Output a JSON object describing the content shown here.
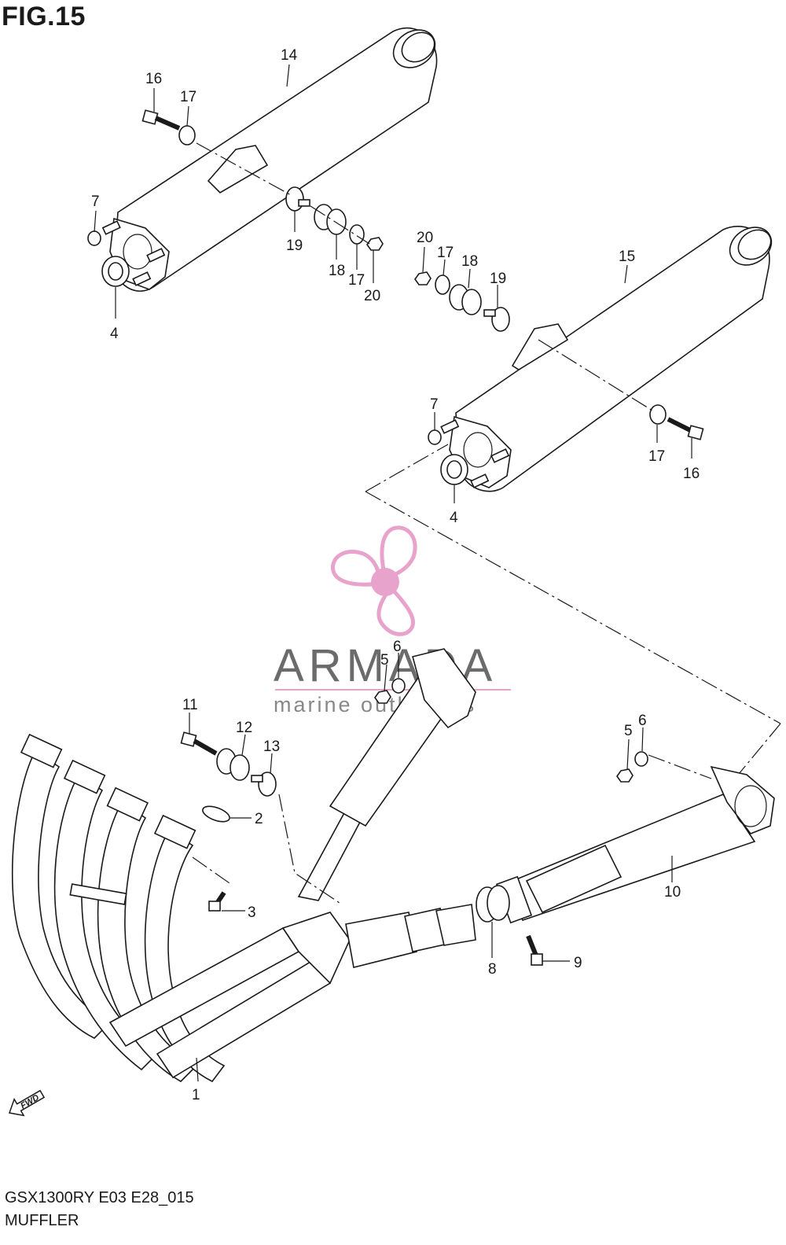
{
  "figure": {
    "title": "FIG.15",
    "code": "GSX1300RY E03 E28_015",
    "section": "MUFFLER"
  },
  "watermark": {
    "brand": "ARMADA",
    "tagline": "marine outboards",
    "color": "#e8a3cc",
    "icon": "propeller-icon"
  },
  "fwd_arrow": {
    "label": "FWD",
    "icon": "fwd-arrow-icon"
  },
  "callouts": {
    "muffler_left": "14",
    "muffler_right": "15",
    "exhaust_pipe": "1",
    "gasket_2": "2",
    "bolt_3": "3",
    "gasket_4_left": "4",
    "gasket_4_right": "4",
    "nut_5_top": "5",
    "nut_5_right": "5",
    "washer_6_top": "6",
    "washer_6_right": "6",
    "washer_7_left": "7",
    "washer_7_right": "7",
    "gasket_8": "8",
    "bolt_9": "9",
    "connecting_pipe_10": "10",
    "bolt_11": "11",
    "cushion_12": "12",
    "collar_13": "13",
    "bolt_16_left": "16",
    "bolt_16_right": "16",
    "washer_17_left_top": "17",
    "washer_17_left_bottom": "17",
    "washer_17_right_top": "17",
    "washer_17_right_bottom": "17",
    "cushion_18_left": "18",
    "cushion_18_right": "18",
    "collar_19_left": "19",
    "collar_19_right": "19",
    "nut_20_left": "20",
    "nut_20_right": "20"
  }
}
